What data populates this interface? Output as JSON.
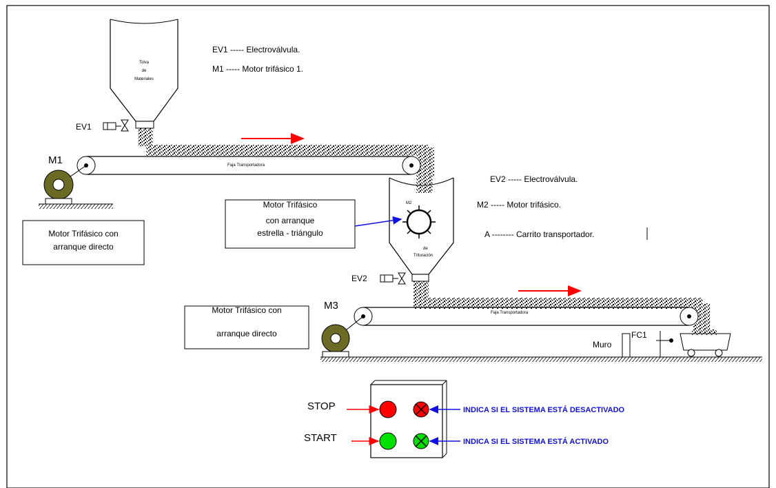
{
  "hopper": {
    "title_lines": [
      "Tolva",
      "de",
      "Materiales"
    ],
    "valve_label": "EV1"
  },
  "legend1": {
    "line1": "EV1 ----- Electroválvula.",
    "line2": "M1  ----- Motor  trifásico 1."
  },
  "legend2": {
    "line1": "EV2 ----- Electroválvula.",
    "line2": "M2  ----- Motor  trifásico.",
    "line3": "A -------- Carrito transportador."
  },
  "conveyor1": {
    "motor_label": "M1",
    "belt_label": "Faja Transportadora"
  },
  "box_m1": {
    "line1": "Motor Trifásico con",
    "line2": "arranque directo"
  },
  "box_m2": {
    "line1": "Motor Trifásico",
    "line2": "con arranque",
    "line3": "estrella - triángulo"
  },
  "crusher": {
    "label_top": "M2",
    "label_bottom_1": "de",
    "label_bottom_2": "Trituración",
    "valve_label": "EV2"
  },
  "conveyor2": {
    "motor_label": "M3",
    "belt_label": "Faja Transportadora"
  },
  "box_m3": {
    "line1": "Motor Trifásico con",
    "line2": "arranque directo"
  },
  "wall_label": "Muro",
  "switch_label": "FC1",
  "panel": {
    "stop_label": "STOP",
    "start_label": "START",
    "stop_indicator_text": "INDICA SI EL SISTEMA ESTÁ DESACTIVADO",
    "start_indicator_text": "INDICA SI EL SISTEMA ESTÁ ACTIVADO",
    "colors": {
      "stop": "#ff0000",
      "start": "#00e000",
      "arrow_red": "#ff0000",
      "arrow_blue": "#1010e0"
    }
  }
}
